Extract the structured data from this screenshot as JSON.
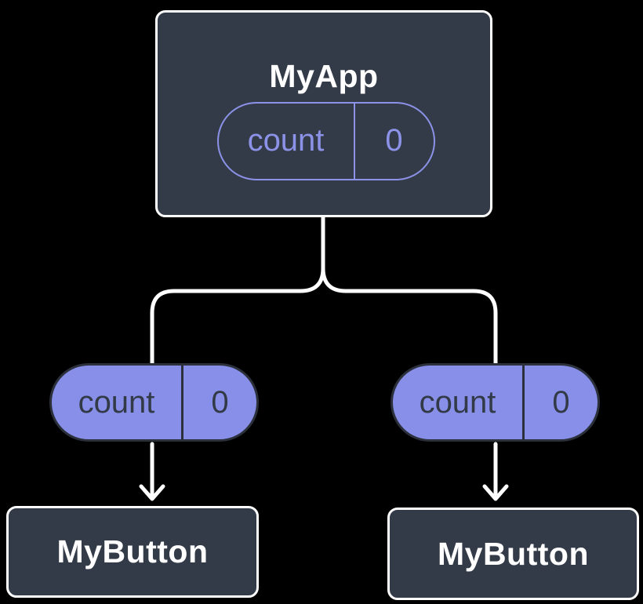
{
  "colors": {
    "background": "#000000",
    "node_fill": "#343B48",
    "node_border": "#FFFFFF",
    "accent_purple": "#8B92E8",
    "pill_fill": "#878FE8",
    "pill_dark_border": "#2B303B",
    "dark_text": "#333A47",
    "connector_line": "#FFFFFF"
  },
  "diagram": {
    "root": {
      "title": "MyApp",
      "state": {
        "name": "count",
        "value": "0"
      }
    },
    "children": [
      {
        "title": "MyButton",
        "prop": {
          "name": "count",
          "value": "0"
        }
      },
      {
        "title": "MyButton",
        "prop": {
          "name": "count",
          "value": "0"
        }
      }
    ]
  }
}
